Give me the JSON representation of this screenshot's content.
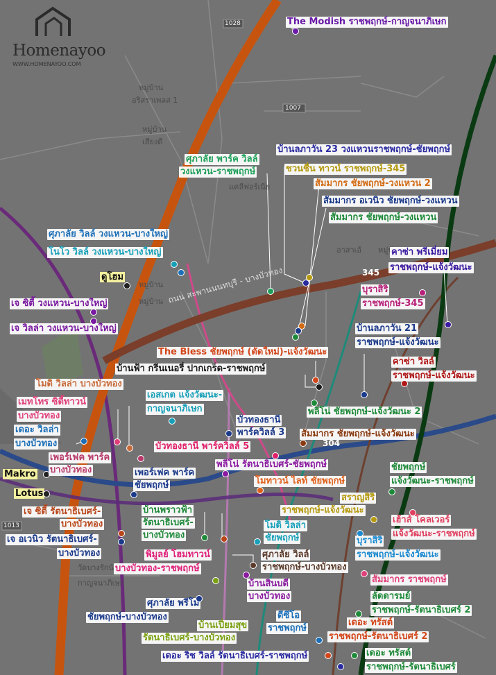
{
  "brand": {
    "name": "Homenayoo",
    "url": "WWW.HOMENAYOO.COM"
  },
  "road_labels": [
    {
      "id": "r1",
      "text": "ถนน สะพานนนทบุรี - บางบัวทอง"
    },
    {
      "id": "r2",
      "text": "345"
    },
    {
      "id": "r3",
      "text": "304"
    },
    {
      "id": "r4",
      "text": "1028"
    },
    {
      "id": "r5",
      "text": "1007"
    },
    {
      "id": "r6",
      "text": "1013"
    }
  ],
  "background_text": [
    {
      "id": "b1",
      "text": "หมู่บ้าน"
    },
    {
      "id": "b2",
      "text": "อริสราเพลส 1"
    },
    {
      "id": "b3",
      "text": "หมู่บ้าน"
    },
    {
      "id": "b4",
      "text": "เสียงดี"
    },
    {
      "id": "b5",
      "text": "แคลีฟอร์เนีย"
    },
    {
      "id": "b6",
      "text": "หมู่บ้าน"
    },
    {
      "id": "b7",
      "text": "อาสาเอ้"
    },
    {
      "id": "b8",
      "text": "หมู่บ้าน"
    },
    {
      "id": "b9",
      "text": "กาญจนาภิเษก"
    },
    {
      "id": "b10",
      "text": "วัดบางรักน้อย"
    },
    {
      "id": "b11",
      "text": "หมู่บ้าน"
    }
  ],
  "places": [
    {
      "id": "dunhom",
      "text": "ดูโฮม"
    },
    {
      "id": "makro",
      "text": "Makro"
    },
    {
      "id": "lotus",
      "text": "Lotus"
    }
  ],
  "projects": [
    {
      "id": "p1",
      "text": "The Modish ราชพฤกษ์-กาญจนาภิเษก",
      "color": "#6a1aa8"
    },
    {
      "id": "p2",
      "text": "บ้านลภาวัน 23 วงแหวนราชพฤกษ์-ชัยพฤกษ์",
      "color": "#2a2aa0"
    },
    {
      "id": "p3a",
      "text": "ศุภาลัย พาร์ค วิลล์",
      "color": "#1fa05a"
    },
    {
      "id": "p3b",
      "text": "วงแหวน-ราชพฤกษ์",
      "color": "#1fa05a"
    },
    {
      "id": "p4",
      "text": "ชวนชื่น ทาวน์ ราชพฤกษ์-345",
      "color": "#b59a10"
    },
    {
      "id": "p5",
      "text": "สัมมากร ชัยพฤกษ์-วงแหวน 2",
      "color": "#d26a12"
    },
    {
      "id": "p6",
      "text": "สัมมากร อเวนิว ชัยพฤกษ์-วงแหวน",
      "color": "#1b3a8a"
    },
    {
      "id": "p7",
      "text": "สัมมากร ชัยพฤกษ์-วงแหวน",
      "color": "#1f8a3a"
    },
    {
      "id": "p8",
      "text": "ศุภาลัย วิลล์ วงแหวน-บางใหญ่",
      "color": "#1b6fb8"
    },
    {
      "id": "p9",
      "text": "โนโว วิลล์ วงแหวน-บางใหญ่",
      "color": "#16a0b8"
    },
    {
      "id": "p10a",
      "text": "คาซ่า พรีเมี่ยม",
      "color": "#3a1aa0"
    },
    {
      "id": "p10b",
      "text": "ราชพฤกษ์-แจ้งวัฒนะ",
      "color": "#3a1aa0"
    },
    {
      "id": "p11a",
      "text": "บุราสิริ",
      "color": "#b8207a"
    },
    {
      "id": "p11b",
      "text": "ราชพฤกษ์-345",
      "color": "#b8207a"
    },
    {
      "id": "p12",
      "text": "เจ ซิตี้ วงแหวน-บางใหญ่",
      "color": "#7a1aa0"
    },
    {
      "id": "p13",
      "text": "เจ วิลล่า วงแหวน-บางใหญ่",
      "color": "#7a1aa0"
    },
    {
      "id": "p14a",
      "text": "บ้านลภาวัน 21",
      "color": "#1b3a8a"
    },
    {
      "id": "p14b",
      "text": "ราชพฤกษ์-แจ้งวัฒนะ",
      "color": "#1b3a8a"
    },
    {
      "id": "p15",
      "text": "The Bless ชัยพฤกษ์ (ตัดใหม่)-แจ้งวัฒนะ",
      "color": "#d2461a"
    },
    {
      "id": "p16a",
      "text": "คาซ่า วิลล์",
      "color": "#b01818"
    },
    {
      "id": "p16b",
      "text": "ราชพฤกษ์-แจ้งวัฒนะ",
      "color": "#b01818"
    },
    {
      "id": "p17",
      "text": "บ้านฟ้า กรีนเนอรี่ ปากเกร็ด-ราชพฤกษ์",
      "color": "#1a1a1a"
    },
    {
      "id": "p18",
      "text": "โมดิ วิลล่า บางบัวทอง",
      "color": "#c86a3a"
    },
    {
      "id": "p19a",
      "text": "เอสเกต แจ้งวัฒนะ-",
      "color": "#16a0b8"
    },
    {
      "id": "p19b",
      "text": "กาญจนาภิเษก",
      "color": "#16a0b8"
    },
    {
      "id": "p20a",
      "text": "เมทโทร ซิตี้ทาวน์",
      "color": "#e0407a"
    },
    {
      "id": "p20b",
      "text": "บางบัวทอง",
      "color": "#e0407a"
    },
    {
      "id": "p21",
      "text": "พลีโน่ ชัยพฤกษ์-แจ้งวัฒนะ 2",
      "color": "#1f8a3a"
    },
    {
      "id": "p22a",
      "text": "เดอะ วิลล่า",
      "color": "#1b6fb8"
    },
    {
      "id": "p22b",
      "text": "บางบัวทอง",
      "color": "#1b6fb8"
    },
    {
      "id": "p23a",
      "text": "บัวทองธานี",
      "color": "#1b3a8a"
    },
    {
      "id": "p23b",
      "text": "พาร์ควิลล์ 3",
      "color": "#1b3a8a"
    },
    {
      "id": "p24",
      "text": "สัมมากร ชัยพฤกษ์-แจ้งวัฒนะ",
      "color": "#8a3a10"
    },
    {
      "id": "p25",
      "text": "บัวทองธานี พาร์ควิลล์ 5",
      "color": "#e0206a"
    },
    {
      "id": "p26a",
      "text": "เพอร์เฟค พาร์ค",
      "color": "#b83a6a"
    },
    {
      "id": "p26b",
      "text": "บางบัวทอง",
      "color": "#b83a6a"
    },
    {
      "id": "p27",
      "text": "พลีโน่ รัตนาธิเบศร์-ชัยพฤกษ์",
      "color": "#8a1aa0"
    },
    {
      "id": "p28a",
      "text": "ชัยพฤกษ์",
      "color": "#1f8a3a"
    },
    {
      "id": "p28b",
      "text": "แจ้งวัฒนะ-ราชพฤกษ์",
      "color": "#1f8a3a"
    },
    {
      "id": "p29a",
      "text": "เพอร์เฟค พาร์ค",
      "color": "#1b3a8a"
    },
    {
      "id": "p29b",
      "text": "ชัยพฤกษ์",
      "color": "#1b3a8a"
    },
    {
      "id": "p30",
      "text": "โมทาวน์ ไลท์ ชัยพฤกษ์",
      "color": "#e0601a"
    },
    {
      "id": "p31a",
      "text": "สราญสิริ",
      "color": "#b59a10"
    },
    {
      "id": "p31b",
      "text": "ราชพฤกษ์-แจ้งวัฒนะ",
      "color": "#b59a10"
    },
    {
      "id": "p32a",
      "text": "เจ ซิตี้ รัตนาธิเบศร์-",
      "color": "#b8461a"
    },
    {
      "id": "p32b",
      "text": "บางบัวทอง",
      "color": "#b8461a"
    },
    {
      "id": "p33a",
      "text": "บ้านพราวฟ้า",
      "color": "#1f8a3a"
    },
    {
      "id": "p33b",
      "text": "รัตนาธิเบศร์-",
      "color": "#1f8a3a"
    },
    {
      "id": "p33c",
      "text": "บางบัวทอง",
      "color": "#1f8a3a"
    },
    {
      "id": "p34a",
      "text": "เฮ้าส์ โคลเวอร์",
      "color": "#e04060"
    },
    {
      "id": "p34b",
      "text": "แจ้งวัฒนะ-ราชพฤกษ์",
      "color": "#e04060"
    },
    {
      "id": "p35a",
      "text": "โมดิ วิลล่า",
      "color": "#16a0b8"
    },
    {
      "id": "p35b",
      "text": "ชัยพฤกษ์",
      "color": "#16a0b8"
    },
    {
      "id": "p36a",
      "text": "เจ อเวนิว รัตนาธิเบศร์-",
      "color": "#1b3a8a"
    },
    {
      "id": "p36b",
      "text": "บางบัวทอง",
      "color": "#1b3a8a"
    },
    {
      "id": "p37a",
      "text": "บุราสิริ",
      "color": "#1b8ad2"
    },
    {
      "id": "p37b",
      "text": "ราชพฤกษ์-แจ้งวัฒนะ",
      "color": "#1b8ad2"
    },
    {
      "id": "p38a",
      "text": "พิมูลย์ โฮมทาวน์",
      "color": "#e0207a"
    },
    {
      "id": "p38b",
      "text": "บางบัวทอง-ราชพฤกษ์",
      "color": "#e0207a"
    },
    {
      "id": "p39a",
      "text": "ศุภาลัย วิลล์",
      "color": "#5a3a2a"
    },
    {
      "id": "p39b",
      "text": "ราชพฤกษ์-บางบัวทอง",
      "color": "#5a3a2a"
    },
    {
      "id": "p40",
      "text": "สัมมากร ราชพฤกษ์",
      "color": "#e0407a"
    },
    {
      "id": "p41a",
      "text": "บ้านสินบดี",
      "color": "#8a1aa0"
    },
    {
      "id": "p41b",
      "text": "บางบัวทอง",
      "color": "#8a1aa0"
    },
    {
      "id": "p42a",
      "text": "ลัดดารมย์",
      "color": "#1f8a3a"
    },
    {
      "id": "p42b",
      "text": "ราชพฤกษ์-รัตนาธิเบศร์ 2",
      "color": "#1f8a3a"
    },
    {
      "id": "p43a",
      "text": "ศุภาลัย พรีโม่",
      "color": "#1b3a8a"
    },
    {
      "id": "p43b",
      "text": "ชัยพฤกษ์-บางบัวทอง",
      "color": "#1b3a8a"
    },
    {
      "id": "p44a",
      "text": "บ้านเปี่ยมสุข",
      "color": "#7aa010"
    },
    {
      "id": "p44b",
      "text": "รัตนาธิเบศร์-บางบัวทอง",
      "color": "#7aa010"
    },
    {
      "id": "p45a",
      "text": "ดีซีโอ",
      "color": "#1b6fb8"
    },
    {
      "id": "p45b",
      "text": "ราชพฤกษ์",
      "color": "#1b6fb8"
    },
    {
      "id": "p46a",
      "text": "เดอะ ทรัสต์",
      "color": "#d2461a"
    },
    {
      "id": "p46b",
      "text": "ราชพฤกษ์-รัตนาธิเบศร์ 2",
      "color": "#d2461a"
    },
    {
      "id": "p47a",
      "text": "เดอะ ทรัสต์",
      "color": "#1f8a3a"
    },
    {
      "id": "p47b",
      "text": "ราชพฤกษ์-รัตนาธิเบศร์",
      "color": "#1f8a3a"
    },
    {
      "id": "p48",
      "text": "เดอะ ริช วิลล์ รัตนาธิเบศร์-ราชพฤกษ์",
      "color": "#2a2aa0"
    }
  ]
}
